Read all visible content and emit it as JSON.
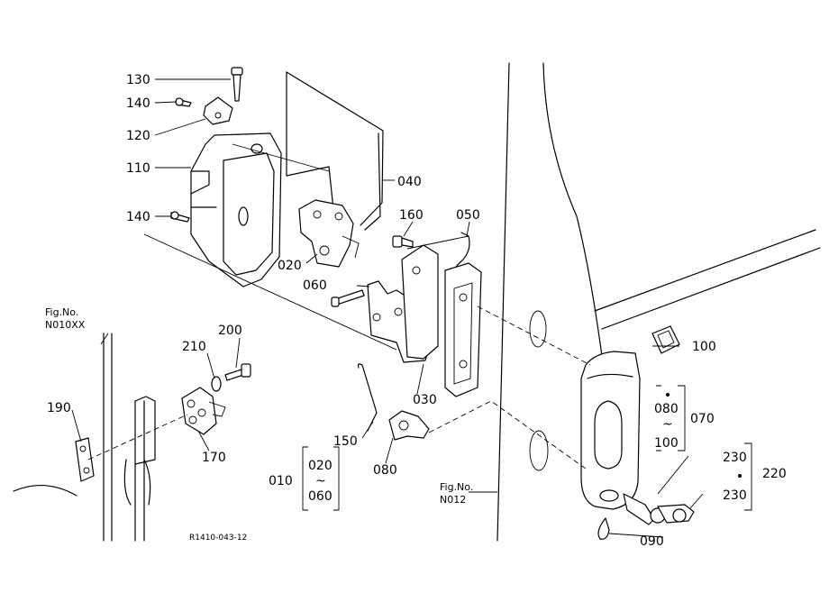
{
  "drawing_code": "R1410-043-12",
  "fig_refs": [
    {
      "id": "n010",
      "line1": "Fig.No.",
      "line2": "N010XX"
    },
    {
      "id": "n012",
      "line1": "Fig.No.",
      "line2": "N012"
    }
  ],
  "callouts": [
    {
      "id": "130",
      "text": "130"
    },
    {
      "id": "140a",
      "text": "140"
    },
    {
      "id": "120",
      "text": "120"
    },
    {
      "id": "110",
      "text": "110"
    },
    {
      "id": "140b",
      "text": "140"
    },
    {
      "id": "040",
      "text": "040"
    },
    {
      "id": "020",
      "text": "020"
    },
    {
      "id": "160",
      "text": "160"
    },
    {
      "id": "050",
      "text": "050"
    },
    {
      "id": "060",
      "text": "060"
    },
    {
      "id": "200",
      "text": "200"
    },
    {
      "id": "210",
      "text": "210"
    },
    {
      "id": "190",
      "text": "190"
    },
    {
      "id": "170",
      "text": "170"
    },
    {
      "id": "030",
      "text": "030"
    },
    {
      "id": "150",
      "text": "150"
    },
    {
      "id": "080",
      "text": "080"
    },
    {
      "id": "100",
      "text": "100"
    },
    {
      "id": "230a",
      "text": "230"
    },
    {
      "id": "230b",
      "text": "230"
    },
    {
      "id": "090",
      "text": "090"
    }
  ],
  "groups": [
    {
      "id": "010",
      "label": "010",
      "from": "020",
      "tilde": "~",
      "to": "060"
    },
    {
      "id": "070",
      "label": "070",
      "from": "080",
      "tilde": "~",
      "to": "100"
    },
    {
      "id": "220",
      "label": "220"
    }
  ]
}
